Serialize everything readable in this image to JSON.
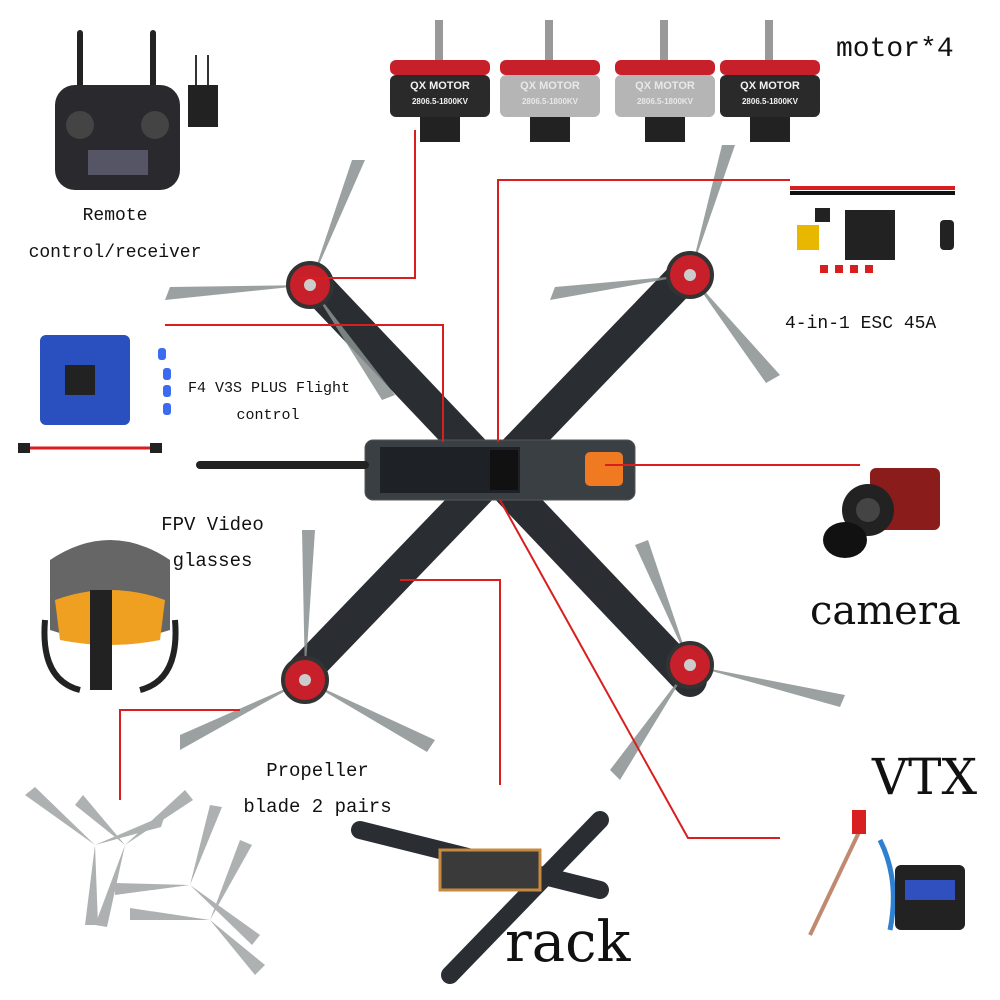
{
  "labels": {
    "motor": "motor*4",
    "remote_line1": "Remote",
    "remote_line2": "control/receiver",
    "esc": "4-in-1 ESC 45A",
    "flight_control_line1": "F4 V3S PLUS Flight",
    "flight_control_line2": "control",
    "glasses_line1": "FPV Video",
    "glasses_line2": "glasses",
    "camera": "camera",
    "propeller_line1": "Propeller",
    "propeller_line2": "blade 2 pairs",
    "vtx": "VTX",
    "rack": "rack"
  },
  "motor_branding": "QX MOTOR",
  "motor_model": "2806.5-1800KV",
  "colors": {
    "leader_line": "#d81e1e",
    "carbon": "#2a2e33",
    "propeller": "#8a9190",
    "motor_red": "#c8202a",
    "battery_orange": "#f07a22"
  }
}
